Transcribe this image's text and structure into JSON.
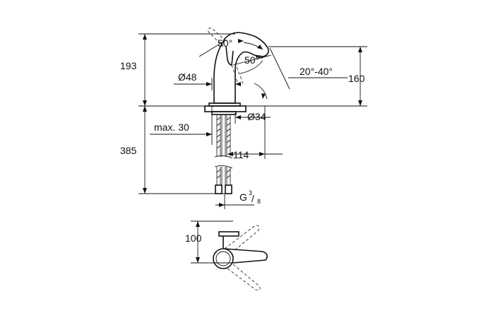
{
  "dimensions": {
    "total_height_top": "193",
    "spout_height": "160",
    "lever_angle": "50°",
    "lever_angle_2": "50°",
    "swivel_angle": "20°-40°",
    "body_diameter": "Ø48",
    "hole_diameter": "Ø34",
    "max_thickness": "max. 30",
    "spout_reach": "114",
    "hose_length": "385",
    "thread_prefix": "G",
    "thread_num": "3",
    "thread_den": "8",
    "top_view_depth": "100"
  }
}
